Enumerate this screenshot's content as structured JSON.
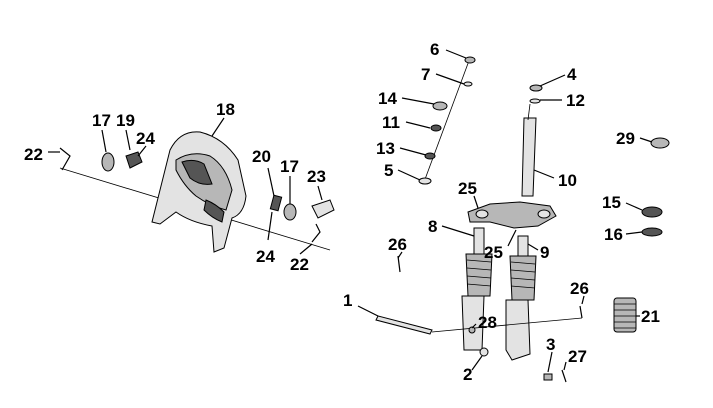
{
  "diagram": {
    "callouts": [
      {
        "id": "c6",
        "label": "6"
      },
      {
        "id": "c7",
        "label": "7"
      },
      {
        "id": "c4",
        "label": "4"
      },
      {
        "id": "c12",
        "label": "12"
      },
      {
        "id": "c14",
        "label": "14"
      },
      {
        "id": "c11",
        "label": "11"
      },
      {
        "id": "c13",
        "label": "13"
      },
      {
        "id": "c5",
        "label": "5"
      },
      {
        "id": "c10",
        "label": "10"
      },
      {
        "id": "c29",
        "label": "29"
      },
      {
        "id": "c25a",
        "label": "25"
      },
      {
        "id": "c8",
        "label": "8"
      },
      {
        "id": "c25b",
        "label": "25"
      },
      {
        "id": "c9",
        "label": "9"
      },
      {
        "id": "c15",
        "label": "15"
      },
      {
        "id": "c16",
        "label": "16"
      },
      {
        "id": "c26a",
        "label": "26"
      },
      {
        "id": "c26b",
        "label": "26"
      },
      {
        "id": "c21",
        "label": "21"
      },
      {
        "id": "c1",
        "label": "1"
      },
      {
        "id": "c28",
        "label": "28"
      },
      {
        "id": "c3",
        "label": "3"
      },
      {
        "id": "c27",
        "label": "27"
      },
      {
        "id": "c2",
        "label": "2"
      },
      {
        "id": "c18",
        "label": "18"
      },
      {
        "id": "c17a",
        "label": "17"
      },
      {
        "id": "c19",
        "label": "19"
      },
      {
        "id": "c24a",
        "label": "24"
      },
      {
        "id": "c22a",
        "label": "22"
      },
      {
        "id": "c20",
        "label": "20"
      },
      {
        "id": "c17b",
        "label": "17"
      },
      {
        "id": "c23",
        "label": "23"
      },
      {
        "id": "c24b",
        "label": "24"
      },
      {
        "id": "c22b",
        "label": "22"
      }
    ]
  }
}
